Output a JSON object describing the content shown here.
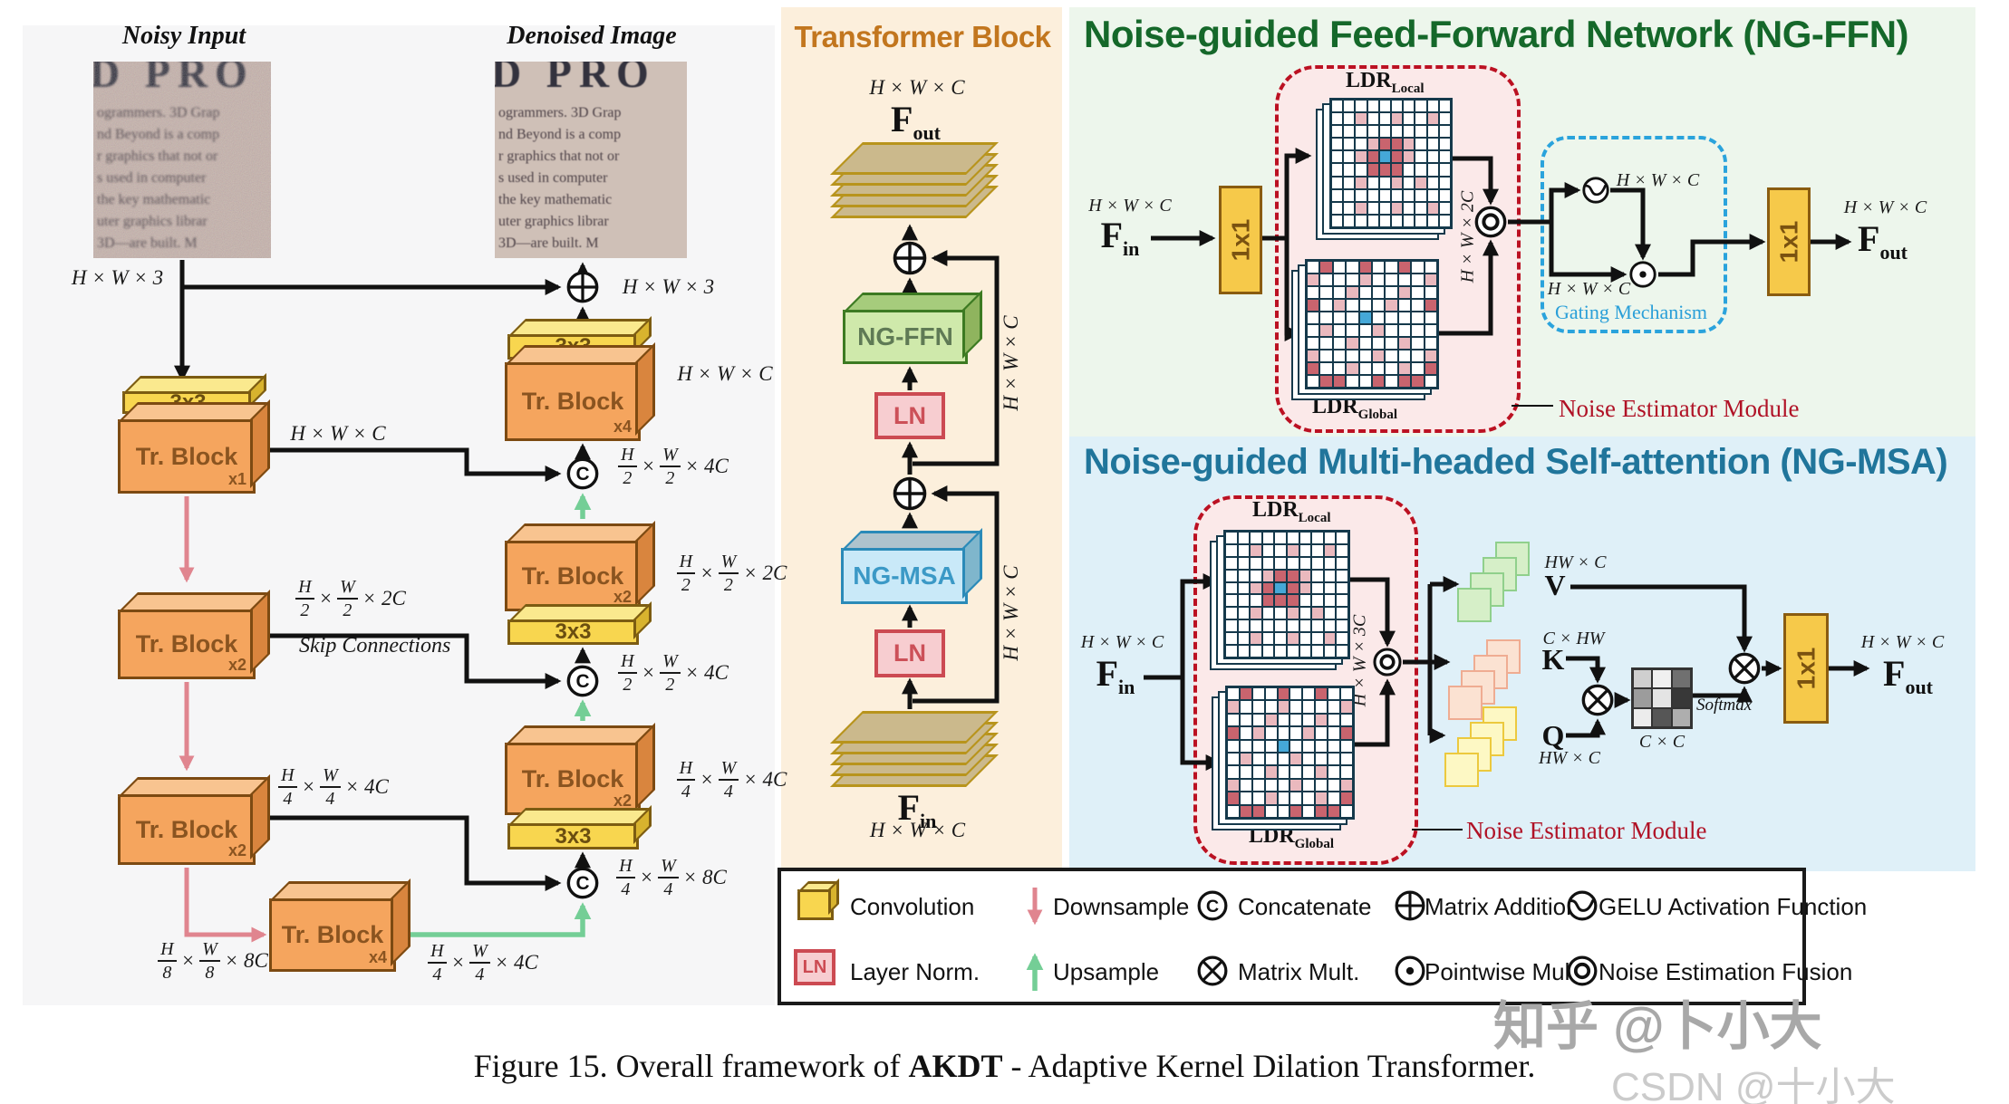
{
  "figure": {
    "caption_prefix": "Figure 15. Overall framework of ",
    "caption_bold": "AKDT",
    "caption_suffix": " - Adaptive Kernel Dilation Transformer."
  },
  "watermarks": {
    "zhihu": "知乎 @卜小大",
    "csdn": "CSDN @十小大"
  },
  "dims": {
    "hw3": "H × W × 3",
    "hwc": "H × W × C",
    "hw2c": "H × W × 2C",
    "hw3c": "H × W × 3C",
    "h2w2_2c": "H/2 × W/2 × 2C",
    "h2w2_4c": "H/2 × W/2 × 4C",
    "h4w4_4c": "H/4 × W/4 × 4C",
    "h4w4_8c": "H/4 × W/4 × 8C",
    "h8w8_8c": "H/8 × W/8 × 8C",
    "hw_c": "HW × C",
    "c_hw": "C × HW",
    "cxc": "C × C"
  },
  "unet": {
    "noisy_title": "Noisy Input",
    "denoised_title": "Denoised Image",
    "photo_big_text": "D PRO",
    "photo_lines": [
      "ogrammers. 3D Grap",
      "nd Beyond is a comp",
      "r graphics that not or",
      "s used in computer",
      "the key mathematic",
      "uter graphics librar",
      "3D—are built. M"
    ],
    "conv3": "3x3",
    "tr_block": "Tr. Block",
    "enc_tags": [
      "x1",
      "x2",
      "x2"
    ],
    "bottleneck_tag": "x4",
    "dec_tags": [
      "x4",
      "x2",
      "x2"
    ],
    "skip_label": "Skip Connections"
  },
  "transformer": {
    "title": "Transformer Block",
    "f": "F",
    "out_sub": "out",
    "in_sub": "in",
    "ngffn": "NG-FFN",
    "ngmsa": "NG-MSA",
    "ln": "LN"
  },
  "ngffn": {
    "title": "Noise-guided Feed-Forward Network (NG-FFN)",
    "conv1": "1x1",
    "f": "F",
    "in_sub": "in",
    "out_sub": "out",
    "ldr": "LDR",
    "local_sub": "Local",
    "global_sub": "Global",
    "gating": "Gating Mechanism",
    "noise_estimator": "Noise Estimator Module"
  },
  "ngmsa": {
    "title": "Noise-guided Multi-headed Self-attention (NG-MSA)",
    "conv1": "1x1",
    "f": "F",
    "in_sub": "in",
    "out_sub": "out",
    "ldr": "LDR",
    "local_sub": "Local",
    "global_sub": "Global",
    "v": "V",
    "k": "K",
    "q": "Q",
    "softmax": "Softmax",
    "noise_estimator": "Noise Estimator Module"
  },
  "legend": {
    "rows": [
      [
        {
          "icon": "convolution",
          "label": "Convolution"
        },
        {
          "icon": "downsample",
          "label": "Downsample"
        },
        {
          "icon": "concatenate",
          "label": "Concatenate"
        },
        {
          "icon": "matrix-addition",
          "label": "Matrix Addition"
        },
        {
          "icon": "gelu",
          "label": "GELU Activation Function"
        }
      ],
      [
        {
          "icon": "layer-norm",
          "label": "Layer Norm."
        },
        {
          "icon": "upsample",
          "label": "Upsample"
        },
        {
          "icon": "matrix-mult",
          "label": "Matrix Mult."
        },
        {
          "icon": "pointwise-mult",
          "label": "Pointwise Mult."
        },
        {
          "icon": "noise-estimation-fusion",
          "label": "Noise Estimation Fusion"
        }
      ]
    ]
  },
  "grids": {
    "local": [
      "..........",
      "..p..p..p.",
      "..........",
      "...prrp...",
      "..prbrp...",
      "...rrr....",
      "..p..p.p..",
      "..........",
      "..p..p..p.",
      ".........."
    ],
    "global": [
      ".r..r..r..",
      "p...p....p",
      "...p...p..",
      "r.p...p..r",
      "....b.....",
      ".p...p....",
      "...p...p..",
      "p....p...p",
      "r..p...p.r",
      ".rr..r.rr."
    ],
    "attention": [
      [
        "#cfcfcf",
        "#f0f0f0",
        "#707070"
      ],
      [
        "#9c9c9c",
        "#e4e4e4",
        "#383838"
      ],
      [
        "#ececec",
        "#565656",
        "#aeaeae"
      ]
    ],
    "colors": {
      "cell": "#ffffff",
      "pink": "#eab9be",
      "red": "#c9646e",
      "blue": "#45a8d8",
      "grid_border": "#15394b"
    }
  },
  "colors": {
    "downsample_arrow": "#e0858f",
    "upsample_arrow": "#74ce96",
    "tr_block": "#f5a55e",
    "conv_yellow": "#f6c94a",
    "ngffn_green_title": "#15682a",
    "ngmsa_blue_title": "#20759b",
    "transformer_orange_title": "#c2761e",
    "noise_estimator_red": "#b01226",
    "gating_blue": "#2a9fd8"
  }
}
